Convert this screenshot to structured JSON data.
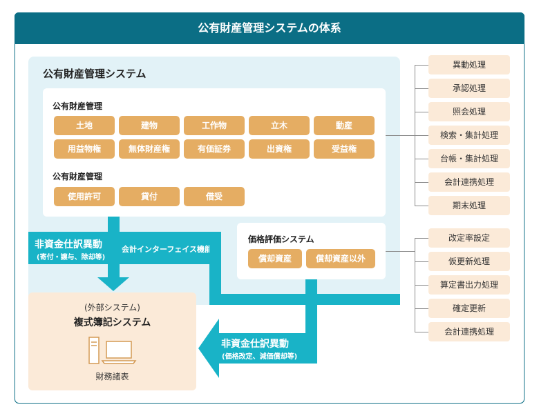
{
  "title": "公有財産管理システムの体系",
  "main_system": {
    "title": "公有財産管理システム",
    "group1": {
      "heading": "公有財産管理",
      "items": [
        "土地",
        "建物",
        "工作物",
        "立木",
        "動産",
        "用益物権",
        "無体財産権",
        "有価証券",
        "出資権",
        "受益権"
      ]
    },
    "group2": {
      "heading": "公有財産管理",
      "items": [
        "使用許可",
        "貸付",
        "借受"
      ]
    }
  },
  "valuation_system": {
    "title": "価格評価システム",
    "items": [
      "償却資産",
      "償却資産以外"
    ]
  },
  "process_list_1": [
    "異動処理",
    "承認処理",
    "照会処理",
    "検索・集計処理",
    "台帳・集計処理",
    "会計連携処理",
    "期末処理"
  ],
  "process_list_2": [
    "改定率設定",
    "仮更新処理",
    "算定書出力処理",
    "確定更新",
    "会計連携処理"
  ],
  "arrow_left": {
    "title": "非資金仕訳異動",
    "sub": "(寄付・譲与、除却等)"
  },
  "interface_label": "会計インターフェイス機能",
  "arrow_bottom": {
    "title": "非資金仕訳異動",
    "sub": "(価格改定、減価償却等)"
  },
  "external": {
    "pre": "(外部システム)",
    "title": "複式簿記システム",
    "output": "財務諸表"
  },
  "colors": {
    "header": "#0b6e85",
    "panel": "#e2f2f7",
    "tag": "#e5ad63",
    "process": "#fbead8",
    "arrow": "#19b3c7"
  }
}
